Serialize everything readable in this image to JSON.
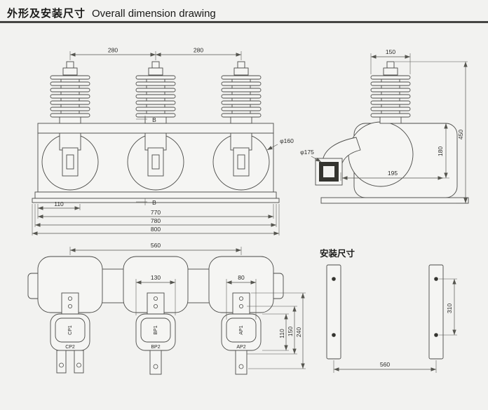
{
  "header": {
    "title_zh": "外形及安装尺寸",
    "title_en": "Overall dimension drawing"
  },
  "front_view": {
    "dim_top_left": "280",
    "dim_top_right": "280",
    "dim_phi": "φ160",
    "dim_foot": "110",
    "dim_w1": "770",
    "dim_w2": "780",
    "dim_w3": "800",
    "section_top": "B",
    "section_bottom": "B"
  },
  "side_view": {
    "dim_top": "150",
    "dim_height": "450",
    "dim_inner_height": "180",
    "dim_phi": "φ175",
    "dim_depth": "195"
  },
  "bottom_view": {
    "dim_span": "560",
    "dim_mid": "130",
    "dim_right": "80",
    "dim_v1": "110",
    "dim_v2": "150",
    "dim_v3": "240",
    "terminal_left_plate": "CP1",
    "terminal_left": "CP2",
    "terminal_mid_plate": "BP1",
    "terminal_mid": "BP2",
    "terminal_right_plate": "AP1",
    "terminal_right": "AP2"
  },
  "install_view": {
    "title": "安装尺寸",
    "dim_vertical": "310",
    "dim_horizontal": "560"
  }
}
